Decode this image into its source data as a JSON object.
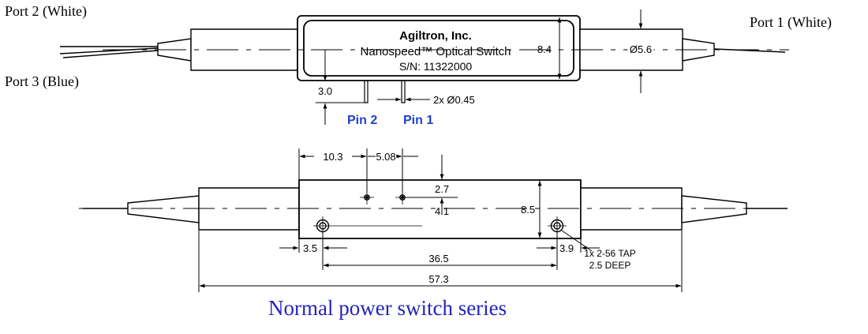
{
  "ports": {
    "port2": "Port  2 (White)",
    "port3": "Port 3 (Blue)",
    "port1": "Port 1 (White)"
  },
  "label_box": {
    "company": "Agiltron, Inc.",
    "product": "Nanospeed™ Optical Switch",
    "serial": "S/N:  11322000"
  },
  "pins": {
    "pin2": "Pin 2",
    "pin1": "Pin 1"
  },
  "dims_top": {
    "height": "8.4",
    "tube_dia": "Ø5.6",
    "pin_len": "3.0",
    "pin_dia": "2x Ø0.45"
  },
  "dims_bottom": {
    "pin_offset": "10.3",
    "pin_pitch": "5.08",
    "pin_to_top": "2.7",
    "pin_to_hole": "4.1",
    "height": "8.5",
    "hole_left": "3.5",
    "hole_right": "3.9",
    "hole_spacing": "36.5",
    "overall": "57.3",
    "tap_line1": "1x 2-56 TAP",
    "tap_line2": "2.5 DEEP"
  },
  "caption": "Normal power switch series",
  "colors": {
    "line": "#000000",
    "pin_label": "#1f3fd6",
    "caption": "#2424b8"
  }
}
